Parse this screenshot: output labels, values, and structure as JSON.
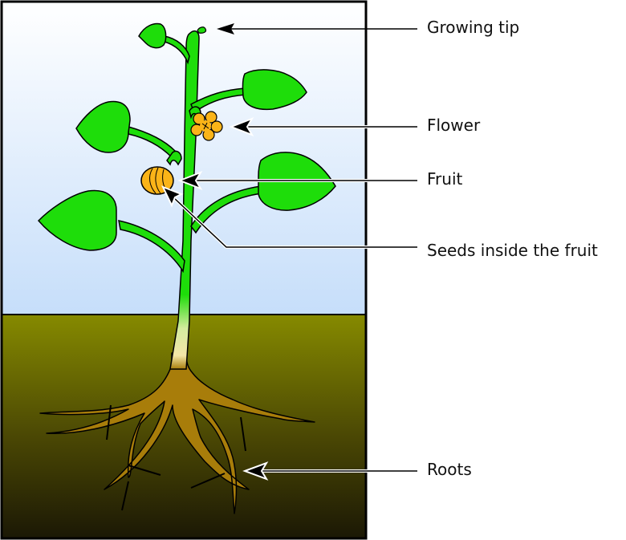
{
  "title": "Parts of a plant",
  "colors": {
    "sky_top": "#ffffff",
    "sky_bottom": "#c8e0fb",
    "soil_top": "#858800",
    "soil_bottom": "#1d1a05",
    "leaf": "#1edd0a",
    "stem": "#1edd0a",
    "flower": "#fbb418",
    "fruit": "#fbb418",
    "root": "#a87d0a",
    "outline": "#000000"
  },
  "labels": [
    {
      "id": "growing-tip",
      "text": "Growing tip"
    },
    {
      "id": "flower",
      "text": "Flower"
    },
    {
      "id": "fruit",
      "text": "Fruit"
    },
    {
      "id": "seeds",
      "text": "Seeds inside the fruit"
    },
    {
      "id": "roots",
      "text": "Roots"
    }
  ]
}
